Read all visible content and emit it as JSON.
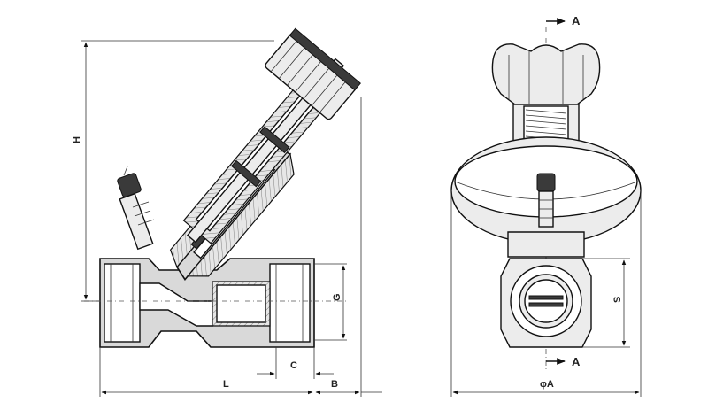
{
  "dimensions": {
    "height": "H",
    "length": "L",
    "thread_g": "G",
    "c": "C",
    "b": "B",
    "diameter": "φA",
    "s": "S"
  },
  "section_marker": {
    "top": "A",
    "bottom": "A"
  }
}
